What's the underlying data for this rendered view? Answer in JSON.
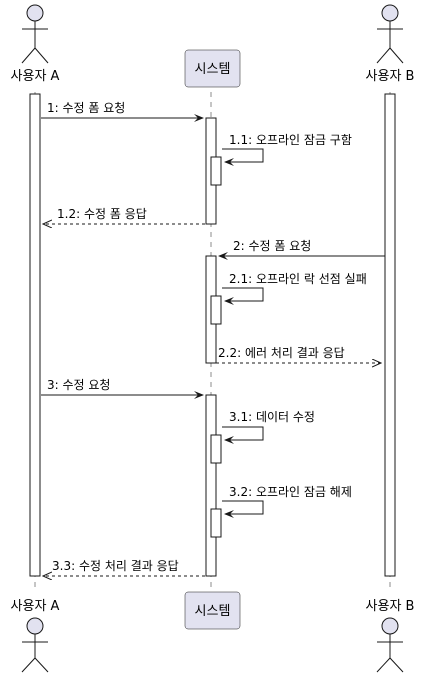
{
  "participants": {
    "user_a": "사용자 A",
    "system": "시스템",
    "user_b": "사용자 B"
  },
  "messages": [
    {
      "id": "m1",
      "label": "1: 수정 폼 요청",
      "from": "user_a",
      "to": "system",
      "style": "solid"
    },
    {
      "id": "m1_1",
      "label": "1.1: 오프라인 잠금 구함",
      "from": "system",
      "to": "system",
      "style": "self"
    },
    {
      "id": "m1_2",
      "label": "1.2: 수정 폼 응답",
      "from": "system",
      "to": "user_a",
      "style": "dashed"
    },
    {
      "id": "m2",
      "label": "2: 수정 폼 요청",
      "from": "user_b",
      "to": "system",
      "style": "solid"
    },
    {
      "id": "m2_1",
      "label": "2.1: 오프라인 락 선점 실패",
      "from": "system",
      "to": "system",
      "style": "self"
    },
    {
      "id": "m2_2",
      "label": "2.2: 에러 처리 결과 응답",
      "from": "system",
      "to": "user_b",
      "style": "dashed"
    },
    {
      "id": "m3",
      "label": "3: 수정 요청",
      "from": "user_a",
      "to": "system",
      "style": "solid"
    },
    {
      "id": "m3_1",
      "label": "3.1: 데이터 수정",
      "from": "system",
      "to": "system",
      "style": "self"
    },
    {
      "id": "m3_2",
      "label": "3.2: 오프라인 잠금 해제",
      "from": "system",
      "to": "system",
      "style": "self"
    },
    {
      "id": "m3_3",
      "label": "3.3: 수정 처리 결과 응답",
      "from": "system",
      "to": "user_a",
      "style": "dashed"
    }
  ],
  "colors": {
    "participant_fill": "#E2E2F0",
    "participant_stroke": "#181818",
    "lifeline": "#181818",
    "activation_fill": "#FFFFFF",
    "arrow": "#181818"
  }
}
